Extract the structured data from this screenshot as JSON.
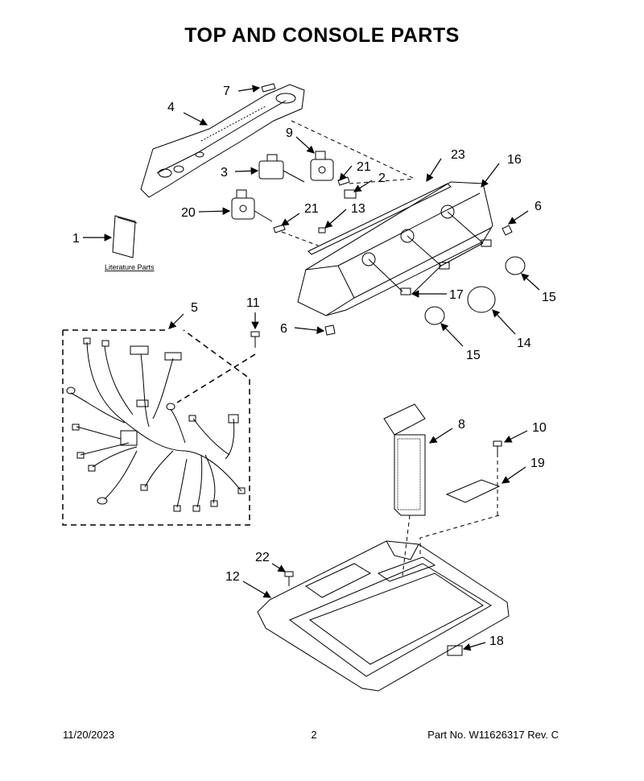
{
  "title": "TOP AND CONSOLE PARTS",
  "literature_label": "Literature Parts",
  "callouts": [
    "7",
    "4",
    "9",
    "3",
    "21",
    "2",
    "23",
    "16",
    "20",
    "21",
    "13",
    "6",
    "1",
    "17",
    "15",
    "14",
    "15",
    "6",
    "5",
    "11",
    "8",
    "10",
    "19",
    "22",
    "12",
    "18"
  ],
  "footer": {
    "date": "11/20/2023",
    "page": "2",
    "part_no": "Part No.  W11626317  Rev.  C"
  }
}
